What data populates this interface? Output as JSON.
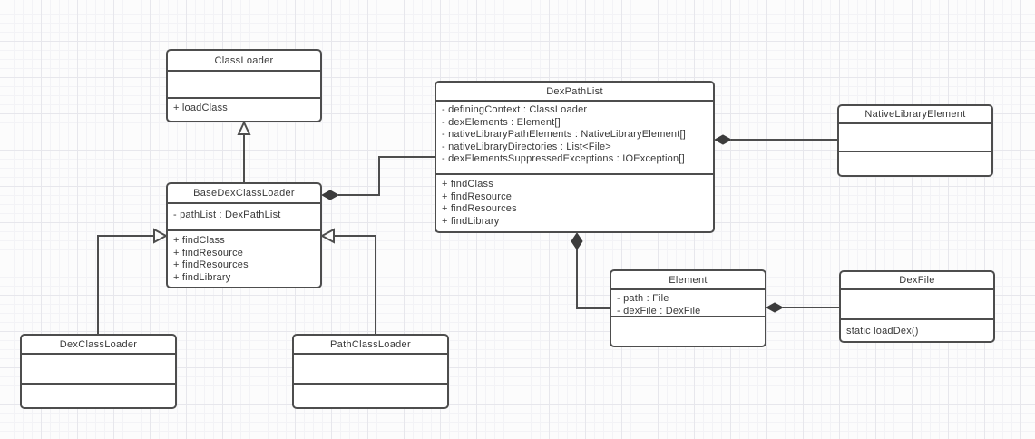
{
  "diagram": {
    "type": "uml-class-diagram",
    "classes": [
      {
        "name": "ClassLoader",
        "attributes": [],
        "methods": [
          "+ loadClass"
        ]
      },
      {
        "name": "DexPathList",
        "attributes": [
          "- definingContext : ClassLoader",
          "- dexElements : Element[]",
          "- nativeLibraryPathElements : NativeLibraryElement[]",
          "- nativeLibraryDirectories : List<File>",
          "- dexElementsSuppressedExceptions : IOException[]"
        ],
        "methods": [
          "+ findClass",
          "+ findResource",
          "+ findResources",
          "+ findLibrary"
        ]
      },
      {
        "name": "NativeLibraryElement",
        "attributes": [],
        "methods": []
      },
      {
        "name": "BaseDexClassLoader",
        "attributes": [
          "- pathList : DexPathList"
        ],
        "methods": [
          "+ findClass",
          "+ findResource",
          "+ findResources",
          "+ findLibrary"
        ]
      },
      {
        "name": "DexClassLoader",
        "attributes": [],
        "methods": []
      },
      {
        "name": "PathClassLoader",
        "attributes": [],
        "methods": []
      },
      {
        "name": "Element",
        "attributes": [
          "- path : File",
          "- dexFile : DexFile"
        ],
        "methods": []
      },
      {
        "name": "DexFile",
        "attributes": [],
        "methods": [
          "static loadDex()"
        ]
      }
    ],
    "connections": [
      {
        "from": "BaseDexClassLoader",
        "to": "ClassLoader",
        "type": "generalization"
      },
      {
        "from": "DexClassLoader",
        "to": "BaseDexClassLoader",
        "type": "generalization"
      },
      {
        "from": "PathClassLoader",
        "to": "BaseDexClassLoader",
        "type": "generalization"
      },
      {
        "from": "DexPathList",
        "to": "BaseDexClassLoader",
        "type": "composition"
      },
      {
        "from": "NativeLibraryElement",
        "to": "DexPathList",
        "type": "composition"
      },
      {
        "from": "Element",
        "to": "DexPathList",
        "type": "composition"
      },
      {
        "from": "DexFile",
        "to": "Element",
        "type": "composition"
      }
    ],
    "colors": {
      "canvas_background": "#fcfcfc",
      "grid_minor": "#f3f3f6",
      "grid_major": "#e7e7ec",
      "box_fill": "#ffffff",
      "box_border": "#4d4d4d",
      "text": "#383838",
      "diamond_fill": "#3c3c3c"
    }
  }
}
